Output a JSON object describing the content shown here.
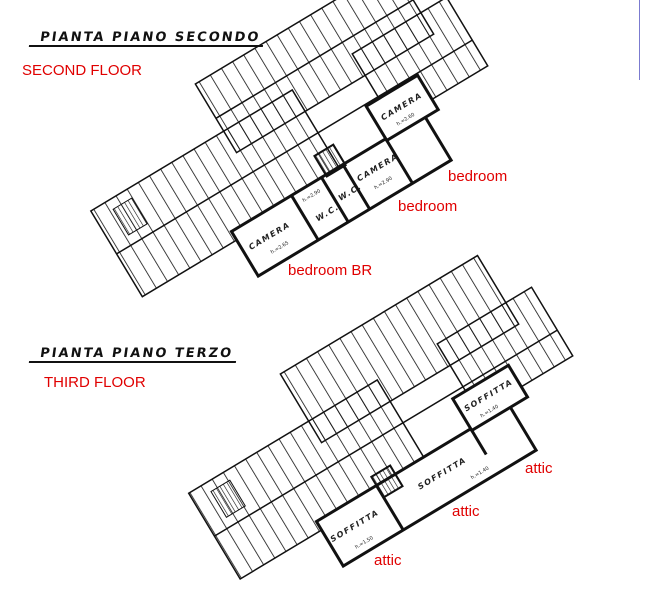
{
  "second_floor": {
    "title": "PIANTA PIANO SECONDO",
    "translation": "SECOND FLOOR",
    "rooms": [
      {
        "label": "CAMERA",
        "height": "h.=2.60",
        "annotation": "bedroom"
      },
      {
        "label": "CAMERA",
        "height": "h.=2.90",
        "annotation": "bedroom"
      },
      {
        "label": "W.C.",
        "height": ""
      },
      {
        "label": "W.C.",
        "height": "h.=2.90"
      },
      {
        "label": "CAMERA",
        "height": "h.=2.65",
        "annotation": "bedroom BR"
      }
    ]
  },
  "third_floor": {
    "title": "PIANTA PIANO TERZO",
    "translation": "THIRD FLOOR",
    "rooms": [
      {
        "label": "SOFFITTA",
        "height": "h.=1.40",
        "annotation": "attic"
      },
      {
        "label": "SOFFITTA",
        "height": "h.=1.40",
        "annotation": "attic"
      },
      {
        "label": "SOFFITTA",
        "height": "h.=1.50",
        "annotation": "attic"
      }
    ]
  },
  "colors": {
    "annotation": "#e00000",
    "lines": "#111111"
  }
}
